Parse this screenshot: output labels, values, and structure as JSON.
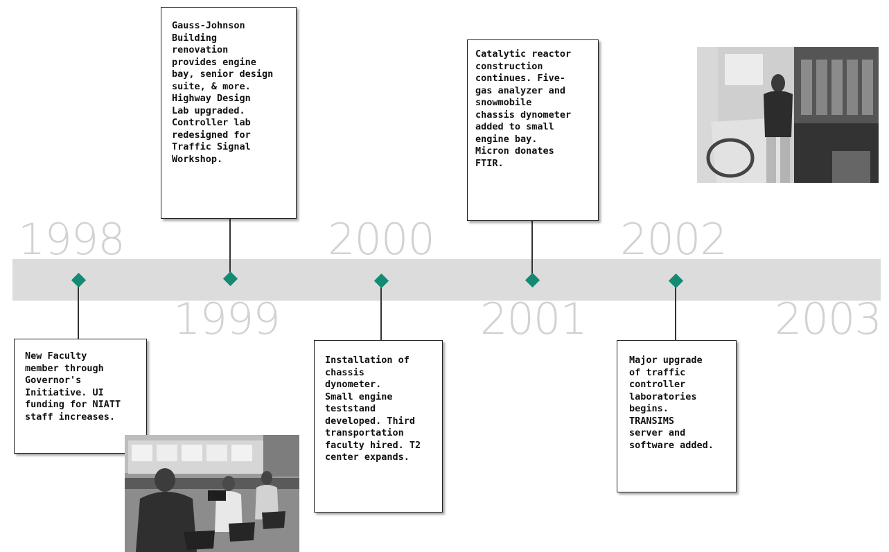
{
  "years": [
    "1998",
    "1999",
    "2000",
    "2001",
    "2002",
    "2003"
  ],
  "events": [
    {
      "text": "New Faculty\nmember through\nGovernor's\nInitiative. UI\nfunding for NIATT\nstaff increases."
    },
    {
      "text": "Gauss-Johnson\nBuilding\nrenovation\nprovides engine\nbay, senior design\nsuite, & more.\nHighway Design\nLab upgraded.\nController lab\nredesigned for\nTraffic Signal\nWorkshop."
    },
    {
      "text": "Installation of\nchassis\ndynometer.\nSmall engine\nteststand\ndeveloped. Third\ntransportation\nfaculty hired. T2\ncenter expands."
    },
    {
      "text": "Catalytic reactor\nconstruction\ncontinues. Five-\ngas analyzer and\nsnowmobile\nchassis dynometer\nadded to small\nengine bay.\nMicron donates\nFTIR."
    },
    {
      "text": "Major upgrade\nof traffic\ncontroller\nlaboratories\nbegins.\nTRANSIMS\nserver and\nsoftware added."
    }
  ],
  "colors": {
    "band": "#dcdcdc",
    "year_text": "#d2d2d2",
    "marker": "#138a72"
  }
}
